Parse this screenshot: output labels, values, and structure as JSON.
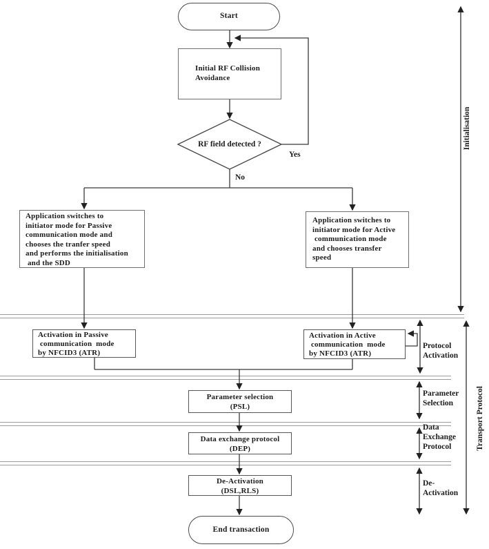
{
  "diagram": {
    "title_hint": "NFC protocol initialisation and transport flowchart",
    "nodes": {
      "start": "Start",
      "initial_rf": "Initial RF Collision\nAvoidance",
      "rf_detected": "RF field detected ?",
      "passive_switch": "Application switches to\ninitiator mode for Passive\ncommunication mode and\nchooses the tranfer speed\nand performs the initialisation\n and the SDD",
      "active_switch": "Application switches to\ninitiator mode for Active\n communication mode\nand chooses transfer\nspeed",
      "passive_activation": "Activation in Passive\n communication  mode\nby NFCID3 (ATR)",
      "active_activation": "Activation in Active\n communication  mode\nby NFCID3 (ATR)",
      "psl": "Parameter selection\n(PSL)",
      "dep": "Data exchange protocol\n(DEP)",
      "deactivation": "De-Activation\n(DSL,RLS)",
      "end": "End transaction"
    },
    "edge_labels": {
      "yes": "Yes",
      "no": "No"
    },
    "section_labels": {
      "initialisation": "Initialisation",
      "transport_protocol": "Transport Protocol",
      "protocol_activation": "Protocol\nActivation",
      "parameter_selection": "Parameter\nSelection",
      "data_exchange": "Data\nExchange\nProtocol",
      "de_activation": "De-\nActivation"
    },
    "colors": {
      "line": "#383838",
      "box_border": "#6f6f6f",
      "separator": "#9b9b9b",
      "arrowhead": "#222222",
      "text": "#1c1c1c",
      "background": "#ffffff"
    }
  }
}
